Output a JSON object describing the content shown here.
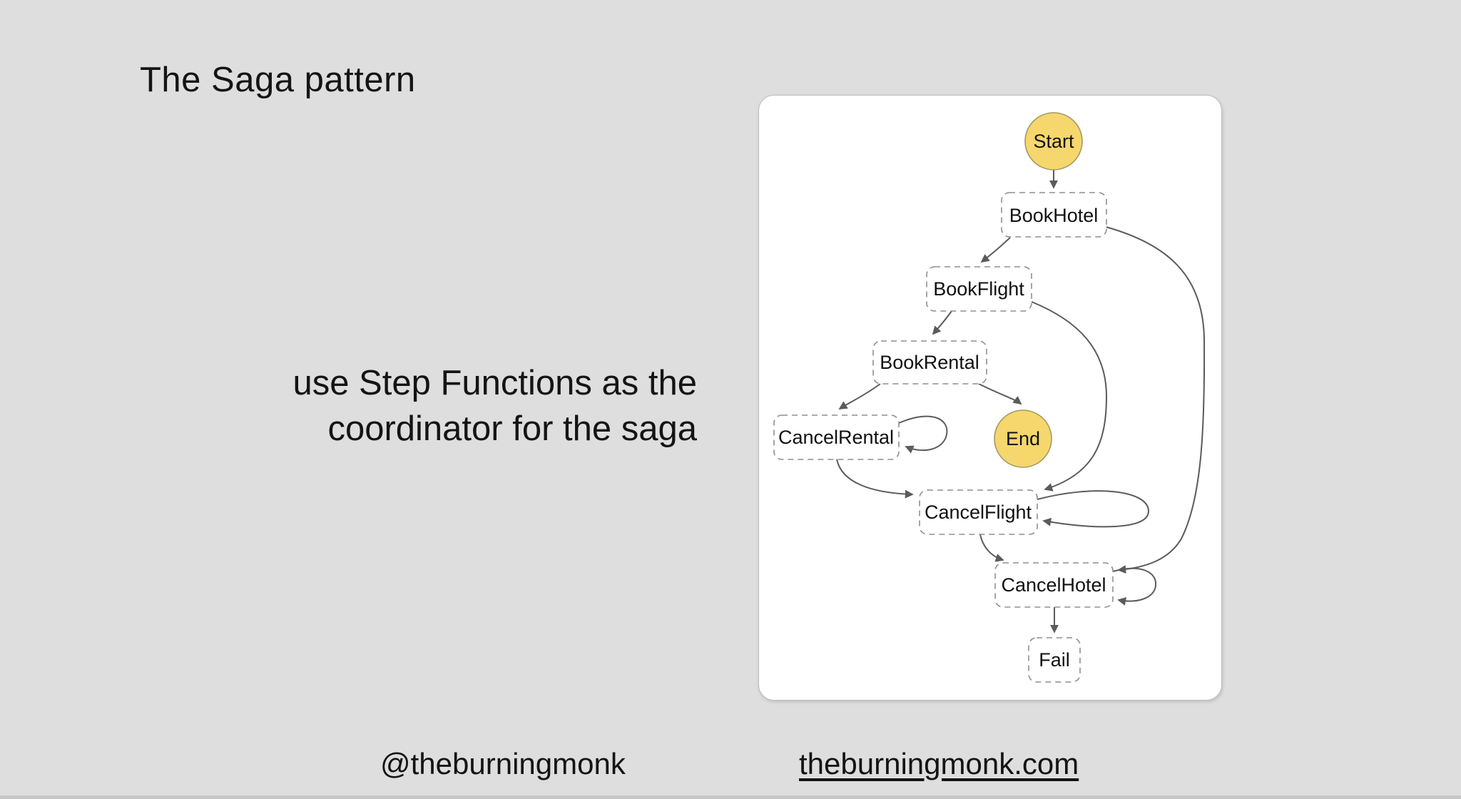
{
  "slide": {
    "title": "The Saga pattern",
    "body": {
      "line1": "use Step Functions as the",
      "line2": "coordinator for the saga"
    },
    "footer": {
      "handle": "@theburningmonk",
      "link": "theburningmonk.com"
    }
  },
  "colors": {
    "background": "#DEDEDE",
    "panel": "#FFFFFF",
    "panel_border": "#BDBDBD",
    "task_fill": "#FFFFFF",
    "task_border": "#8F8F8F",
    "terminal_fill": "#F5D76E",
    "terminal_border": "#A39A62",
    "edge": "#5B5B5B",
    "text": "#1A1A1A"
  },
  "diagram": {
    "type": "state-machine",
    "nodes": [
      {
        "id": "start",
        "label": "Start",
        "type": "terminal"
      },
      {
        "id": "book-hotel",
        "label": "BookHotel",
        "type": "task"
      },
      {
        "id": "book-flight",
        "label": "BookFlight",
        "type": "task"
      },
      {
        "id": "book-rental",
        "label": "BookRental",
        "type": "task"
      },
      {
        "id": "cancel-rental",
        "label": "CancelRental",
        "type": "task"
      },
      {
        "id": "end",
        "label": "End",
        "type": "terminal"
      },
      {
        "id": "cancel-flight",
        "label": "CancelFlight",
        "type": "task"
      },
      {
        "id": "cancel-hotel",
        "label": "CancelHotel",
        "type": "task"
      },
      {
        "id": "fail",
        "label": "Fail",
        "type": "task"
      }
    ],
    "edges": [
      {
        "from": "start",
        "to": "book-hotel"
      },
      {
        "from": "book-hotel",
        "to": "book-flight"
      },
      {
        "from": "book-flight",
        "to": "book-rental"
      },
      {
        "from": "book-rental",
        "to": "cancel-rental"
      },
      {
        "from": "book-rental",
        "to": "end"
      },
      {
        "from": "cancel-rental",
        "to": "cancel-rental",
        "kind": "self-loop"
      },
      {
        "from": "cancel-rental",
        "to": "cancel-flight"
      },
      {
        "from": "book-flight",
        "to": "cancel-flight"
      },
      {
        "from": "book-hotel",
        "to": "cancel-hotel"
      },
      {
        "from": "cancel-flight",
        "to": "cancel-flight",
        "kind": "self-loop"
      },
      {
        "from": "cancel-flight",
        "to": "cancel-hotel"
      },
      {
        "from": "cancel-hotel",
        "to": "cancel-hotel",
        "kind": "self-loop"
      },
      {
        "from": "cancel-hotel",
        "to": "fail"
      }
    ]
  }
}
